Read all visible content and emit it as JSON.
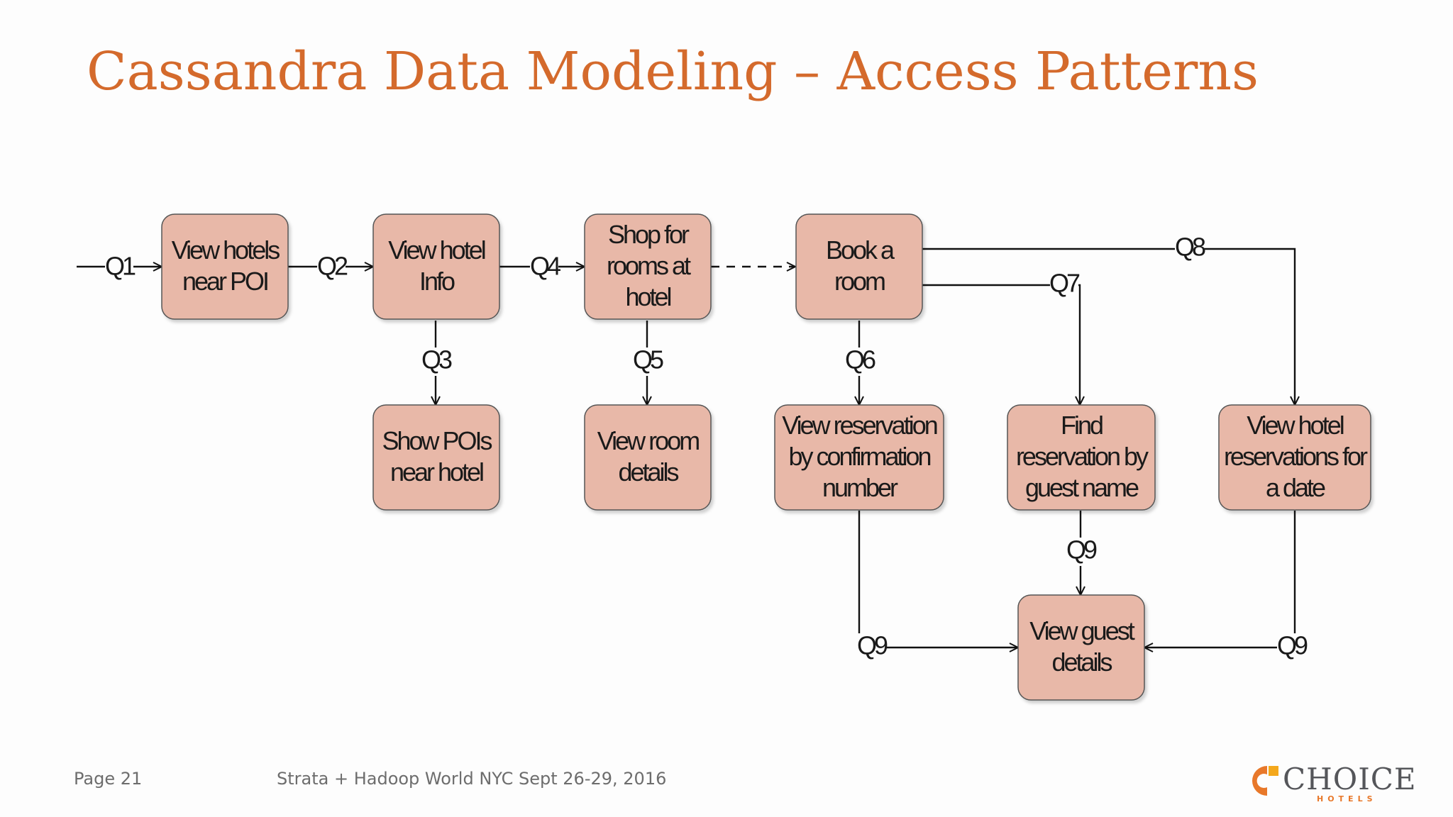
{
  "title": "Cassandra Data Modeling – Access Patterns",
  "footer": {
    "page": "Page 21",
    "event": "Strata + Hadoop World NYC Sept 26-29, 2016"
  },
  "logo": {
    "word": "CHOICE",
    "sub": "HOTELS",
    "colors": [
      "#e8782a",
      "#f4a81c",
      "#55565a"
    ]
  },
  "colors": {
    "title": "#d46a2c",
    "box_fill": "#e8b8a8",
    "box_stroke": "#555555",
    "line": "#111111"
  },
  "diagram": {
    "nodes": [
      {
        "id": "view_hotels_near_poi",
        "lines": [
          "View hotels",
          "near POI"
        ]
      },
      {
        "id": "view_hotel_info",
        "lines": [
          "View hotel",
          "Info"
        ]
      },
      {
        "id": "shop_rooms",
        "lines": [
          "Shop for",
          "rooms at",
          "hotel"
        ]
      },
      {
        "id": "book_room",
        "lines": [
          "Book a",
          "room"
        ]
      },
      {
        "id": "show_pois",
        "lines": [
          "Show POIs",
          "near hotel"
        ]
      },
      {
        "id": "view_room_details",
        "lines": [
          "View room",
          "details"
        ]
      },
      {
        "id": "view_reservation",
        "lines": [
          "View reservation",
          "by confirmation",
          "number"
        ]
      },
      {
        "id": "find_reservation",
        "lines": [
          "Find",
          "reservation by",
          "guest name"
        ]
      },
      {
        "id": "view_hotel_reservations",
        "lines": [
          "View hotel",
          "reservations for",
          "a date"
        ]
      },
      {
        "id": "view_guest_details",
        "lines": [
          "View guest",
          "details"
        ]
      }
    ],
    "edge_labels": {
      "q1": "Q1",
      "q2": "Q2",
      "q3": "Q3",
      "q4": "Q4",
      "q5": "Q5",
      "q6": "Q6",
      "q7": "Q7",
      "q8": "Q8",
      "q9a": "Q9",
      "q9b": "Q9",
      "q9c": "Q9"
    }
  }
}
